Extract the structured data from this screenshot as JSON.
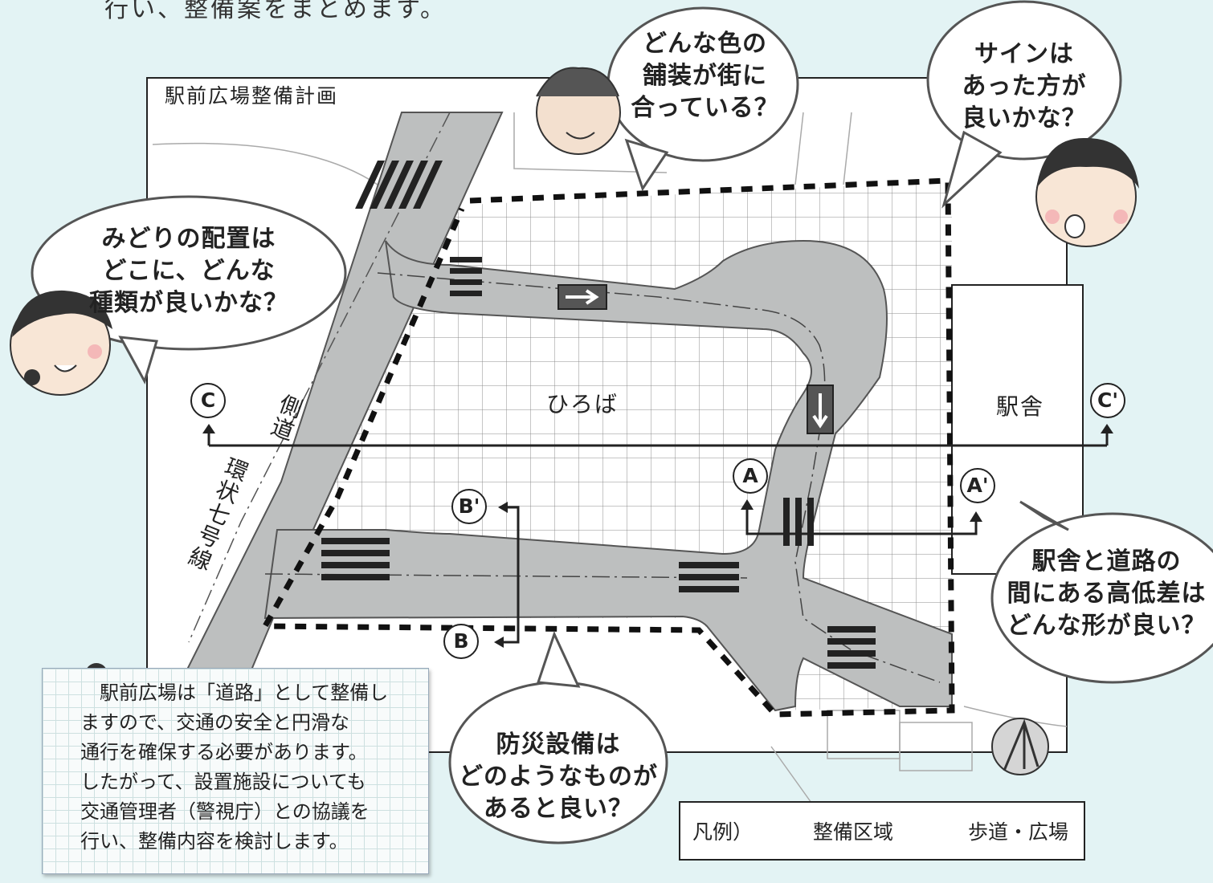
{
  "intro_text": "行い、整備案をまとめます。",
  "map_title": "駅前広場整備計画",
  "labels": {
    "plaza": "ひろば",
    "station": "駅舎",
    "side_road": "側道",
    "ring_road": "環状七号線"
  },
  "markers": {
    "A": "A",
    "A_prime": "A'",
    "B": "B",
    "B_prime": "B'",
    "C": "C",
    "C_prime": "C'"
  },
  "bubbles": {
    "color": [
      "どんな色の",
      "舗装が街に",
      "合っている？"
    ],
    "sign": [
      "サインは",
      "あった方が",
      "良いかな？"
    ],
    "green": [
      "みどりの配置は",
      "どこに、どんな",
      "種類が良いかな？"
    ],
    "elevation": [
      "駅舎と道路の",
      "間にある高低差は",
      "どんな形が良い？"
    ],
    "disaster": [
      "防災設備は",
      "どのようなものが",
      "あると良い？"
    ]
  },
  "note": [
    "　駅前広場は「道路」として整備し",
    "ますので、交通の安全と円滑な",
    "通行を確保する必要があります。",
    "したがって、設置施設についても",
    "交通管理者（警視庁）との協議を",
    "行い、整備内容を検討します。"
  ],
  "legend": {
    "prefix": "凡例）",
    "area": "整備区域",
    "walkway": "歩道・広場"
  },
  "colors": {
    "background": "#e3f3f4",
    "road": "#b9bbbb",
    "plaza_grid": "#9a9a9a",
    "border": "#222222"
  },
  "icons": [
    "arrow-right-icon",
    "arrow-down-icon",
    "north-compass-icon"
  ]
}
